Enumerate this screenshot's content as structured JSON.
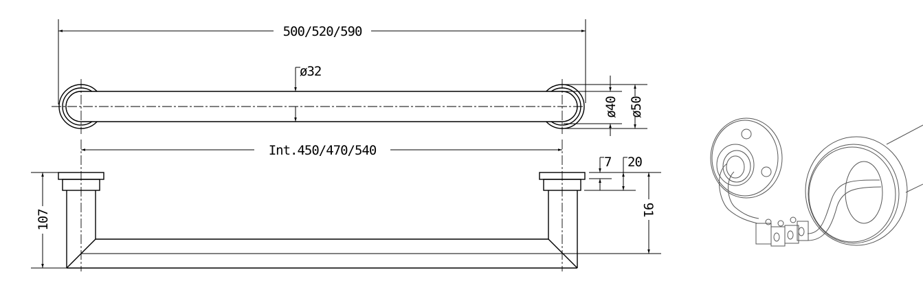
{
  "drawing": {
    "overall_length": "500/520/590",
    "tube_diameter": "ø32",
    "inner_flange_diameter": "ø40",
    "outer_flange_diameter": "ø50",
    "internal_length": "Int.450/470/540",
    "flange_thickness": "7",
    "flange_depth": "20",
    "total_projection": "107",
    "centerline_projection": "91"
  }
}
